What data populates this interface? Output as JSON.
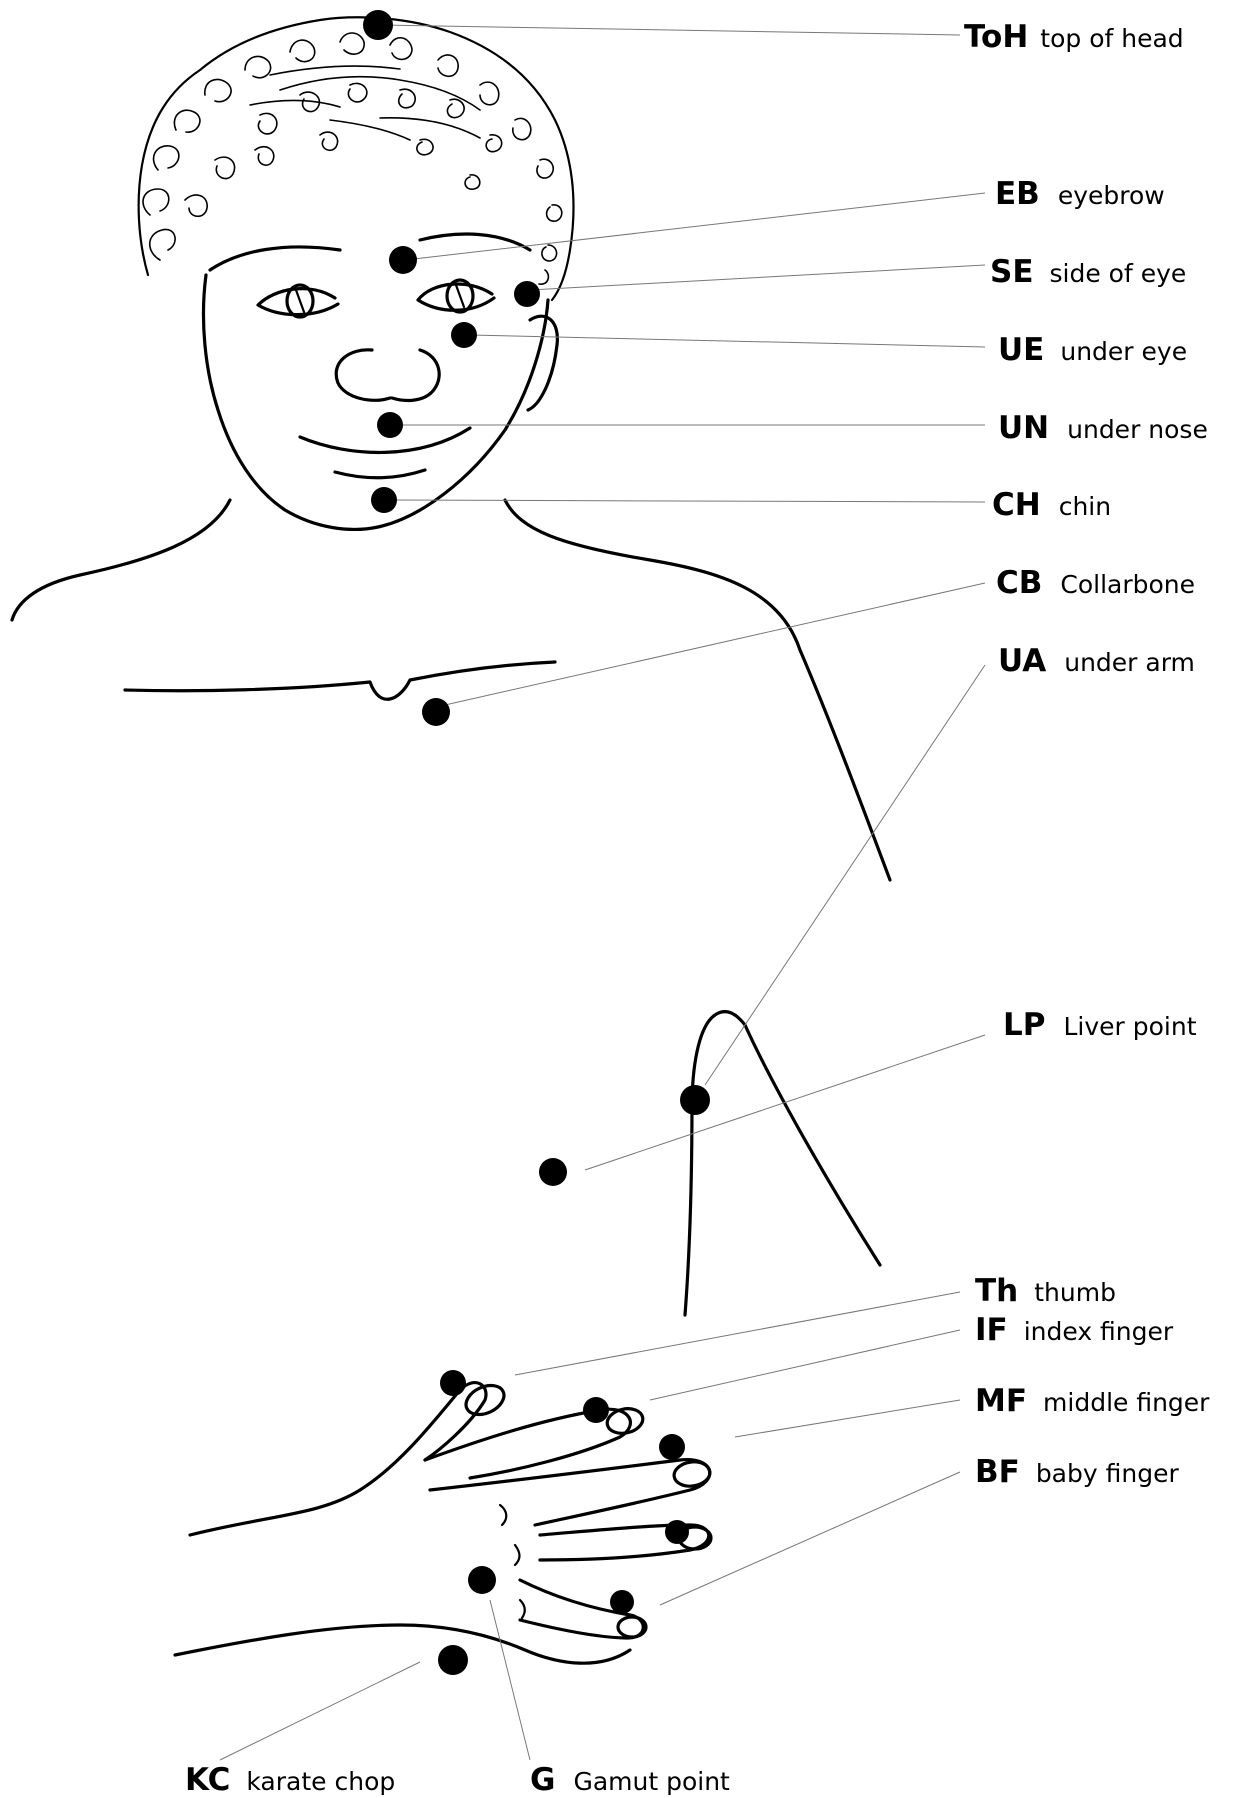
{
  "points": [
    {
      "id": "toh",
      "abbr": "ToH",
      "label": "top of head"
    },
    {
      "id": "eb",
      "abbr": "EB",
      "label": "eyebrow"
    },
    {
      "id": "se",
      "abbr": "SE",
      "label": "side of eye"
    },
    {
      "id": "ue",
      "abbr": "UE",
      "label": "under eye"
    },
    {
      "id": "un",
      "abbr": "UN",
      "label": "under nose"
    },
    {
      "id": "ch",
      "abbr": "CH",
      "label": "chin"
    },
    {
      "id": "cb",
      "abbr": "CB",
      "label": "Collarbone"
    },
    {
      "id": "ua",
      "abbr": "UA",
      "label": "under arm"
    },
    {
      "id": "lp",
      "abbr": "LP",
      "label": "Liver point"
    },
    {
      "id": "th",
      "abbr": "Th",
      "label": "thumb"
    },
    {
      "id": "if",
      "abbr": "IF",
      "label": "index finger"
    },
    {
      "id": "mf",
      "abbr": "MF",
      "label": "middle finger"
    },
    {
      "id": "bf",
      "abbr": "BF",
      "label": "baby finger"
    },
    {
      "id": "kc",
      "abbr": "KC",
      "label": "karate chop"
    },
    {
      "id": "g",
      "abbr": "G",
      "label": "Gamut point"
    }
  ]
}
